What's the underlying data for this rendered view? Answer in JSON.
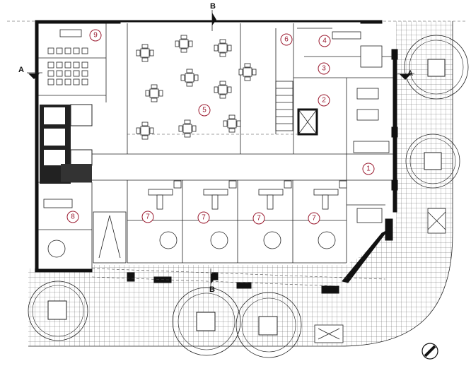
{
  "section_labels": {
    "a_left": "A",
    "a_right": "A",
    "b_top": "B",
    "b_bottom": "B"
  },
  "rooms": [
    {
      "key": "r9",
      "label": "9"
    },
    {
      "key": "r6",
      "label": "6"
    },
    {
      "key": "r4",
      "label": "4"
    },
    {
      "key": "r3",
      "label": "3"
    },
    {
      "key": "r2",
      "label": "2"
    },
    {
      "key": "r5",
      "label": "5"
    },
    {
      "key": "r1",
      "label": "1"
    },
    {
      "key": "r8",
      "label": "8"
    },
    {
      "key": "r7a",
      "label": "7"
    },
    {
      "key": "r7b",
      "label": "7"
    },
    {
      "key": "r7c",
      "label": "7"
    },
    {
      "key": "r7d",
      "label": "7"
    }
  ],
  "colors": {
    "wall": "#111111",
    "room_number": "#9b1b30",
    "paving": "#555555"
  },
  "icons": [
    "north-arrow-icon",
    "section-marker-icon"
  ]
}
